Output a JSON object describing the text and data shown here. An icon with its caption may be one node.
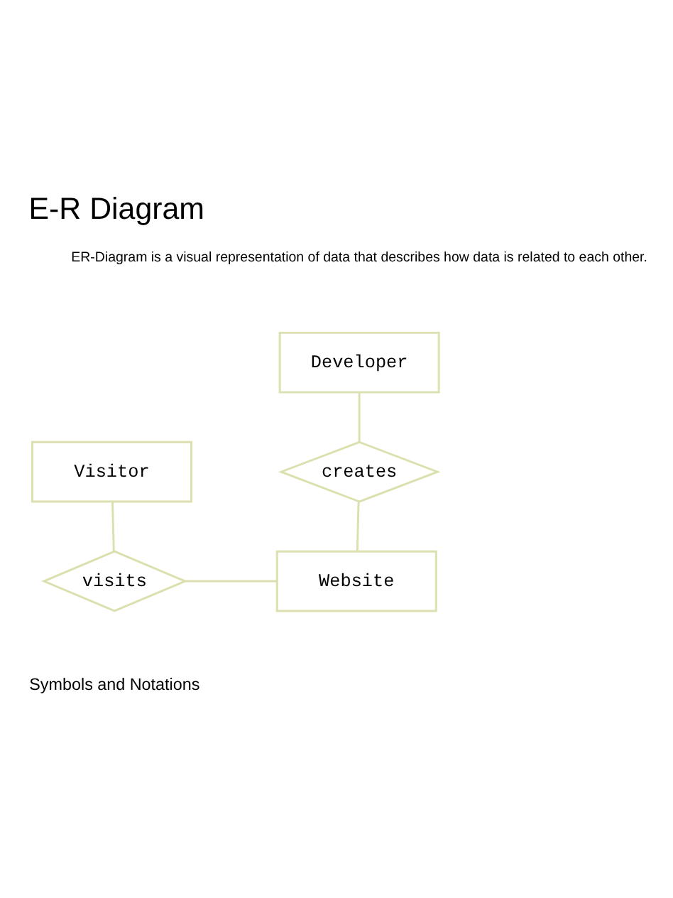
{
  "diagram": {
    "title": "E-R Diagram",
    "nodes": [
      {
        "text": [
          "Developer"
        ]
      },
      {
        "text": [
          "Visitor"
        ]
      },
      {
        "text": [
          "creates"
        ]
      },
      {
        "text": [
          "visits"
        ]
      },
      {
        "text": [
          "Website"
        ]
      }
    ],
    "edges": [
      {
        "from": 0,
        "to": 2,
        "arrow": "none"
      },
      {
        "from": 2,
        "to": 4,
        "arrow": "none"
      },
      {
        "from": 1,
        "to": 3,
        "arrow": "none"
      },
      {
        "from": 3,
        "to": 4,
        "arrow": "none"
      }
    ],
    "labels": [
      "ER-Diagram is a visual representation of data that describes how data is related to each other.",
      "Symbols and Notations"
    ]
  }
}
